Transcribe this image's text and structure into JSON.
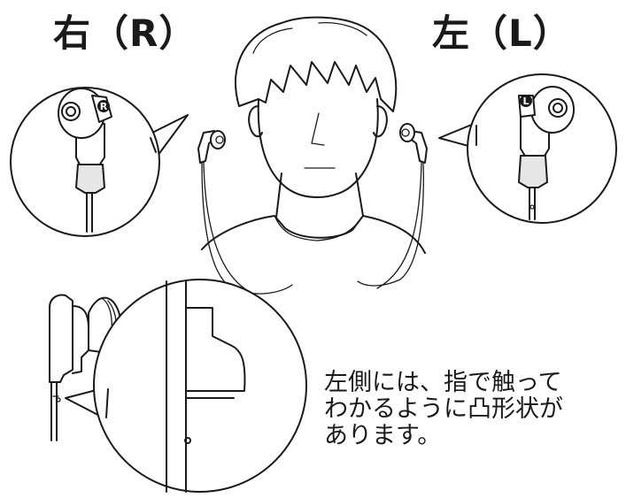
{
  "labels": {
    "right": "右（R）",
    "left": "左（L）",
    "right_badge": "R",
    "left_badge": "L"
  },
  "note": {
    "lines": [
      "左側には、指で触って",
      "わかるように凸形状が",
      "あります。"
    ]
  },
  "colors": {
    "line": "#1a1a1a",
    "background": "#ffffff"
  }
}
